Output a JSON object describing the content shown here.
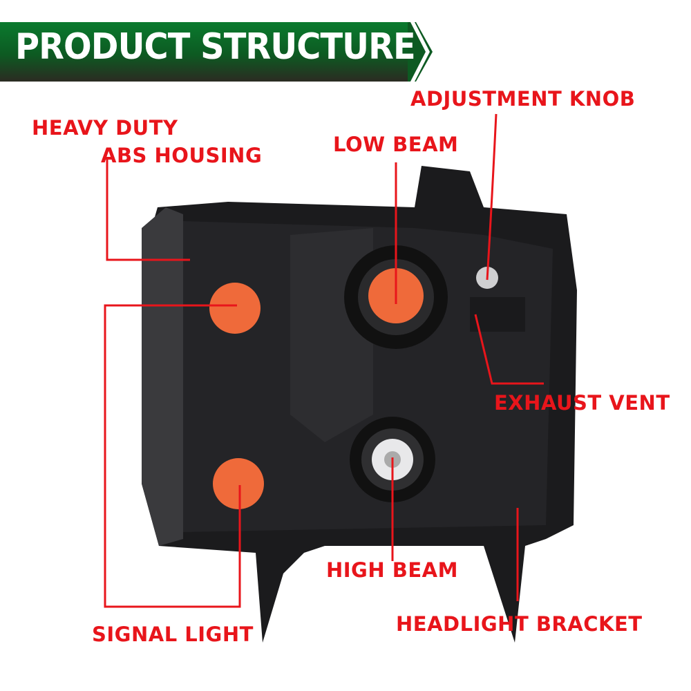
{
  "header": {
    "title": "PRODUCT STRUCTURE"
  },
  "colors": {
    "label": "#e8151b",
    "banner": "#0a7a2e",
    "signal": "#ef6a3a"
  },
  "labels": {
    "housing_line1": "HEAVY DUTY",
    "housing_line2": "ABS HOUSING",
    "low_beam": "LOW BEAM",
    "adjustment_knob": "ADJUSTMENT KNOB",
    "exhaust_vent": "EXHAUST VENT",
    "high_beam": "HIGH BEAM",
    "headlight_bracket": "HEADLIGHT BRACKET",
    "signal_light": "SIGNAL LIGHT"
  }
}
